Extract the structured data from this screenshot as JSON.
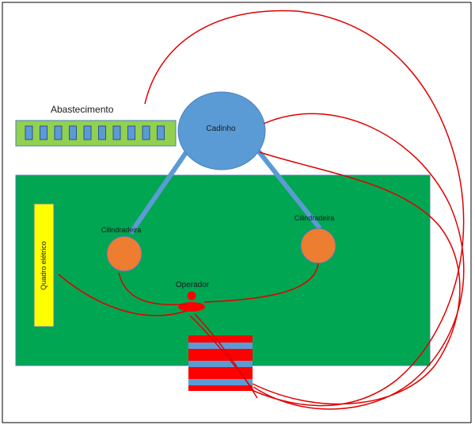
{
  "labels": {
    "supply": "Abastecimento",
    "crucible": "Cadinho",
    "cylinder_left": "Cilindradeira",
    "cylinder_right": "Cilindradeira",
    "operator": "Operador",
    "panel": "Quadro elétrico"
  },
  "colors": {
    "floor": "#00a651",
    "crucible": "#5b9bd5",
    "supply_bar": "#92d050",
    "supply_slot": "#5b9bd5",
    "cylinder": "#ed7d31",
    "panel": "#ffff00",
    "operator": "#ff0000",
    "cable": "#e00000",
    "feed_tube": "#5b9bd5",
    "stack_red": "#ff0000",
    "stack_blue": "#5b9bd5"
  },
  "icons": {
    "operator": "person-icon"
  }
}
